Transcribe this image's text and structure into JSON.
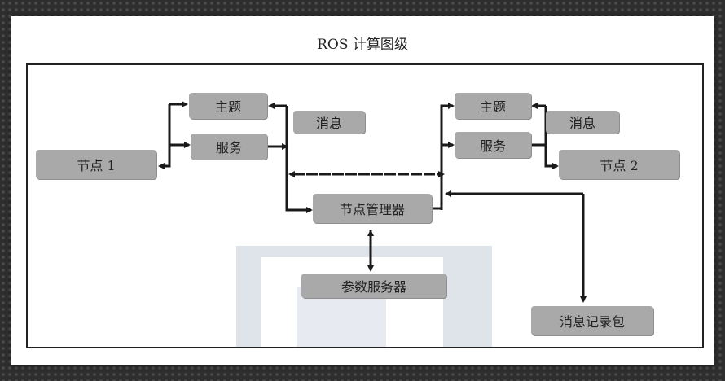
{
  "title": "ROS 计算图级",
  "nodes": {
    "node1": "节点 1",
    "topic_left": "主题",
    "service_left": "服务",
    "message_left": "消息",
    "master": "节点管理器",
    "param_server": "参数服务器",
    "topic_right": "主题",
    "service_right": "服务",
    "message_right": "消息",
    "node2": "节点 2",
    "bag": "消息记录包"
  },
  "colors": {
    "box_fill": "#a9a9a9",
    "line": "#1a1a1a",
    "background": "#2e2e2e"
  }
}
